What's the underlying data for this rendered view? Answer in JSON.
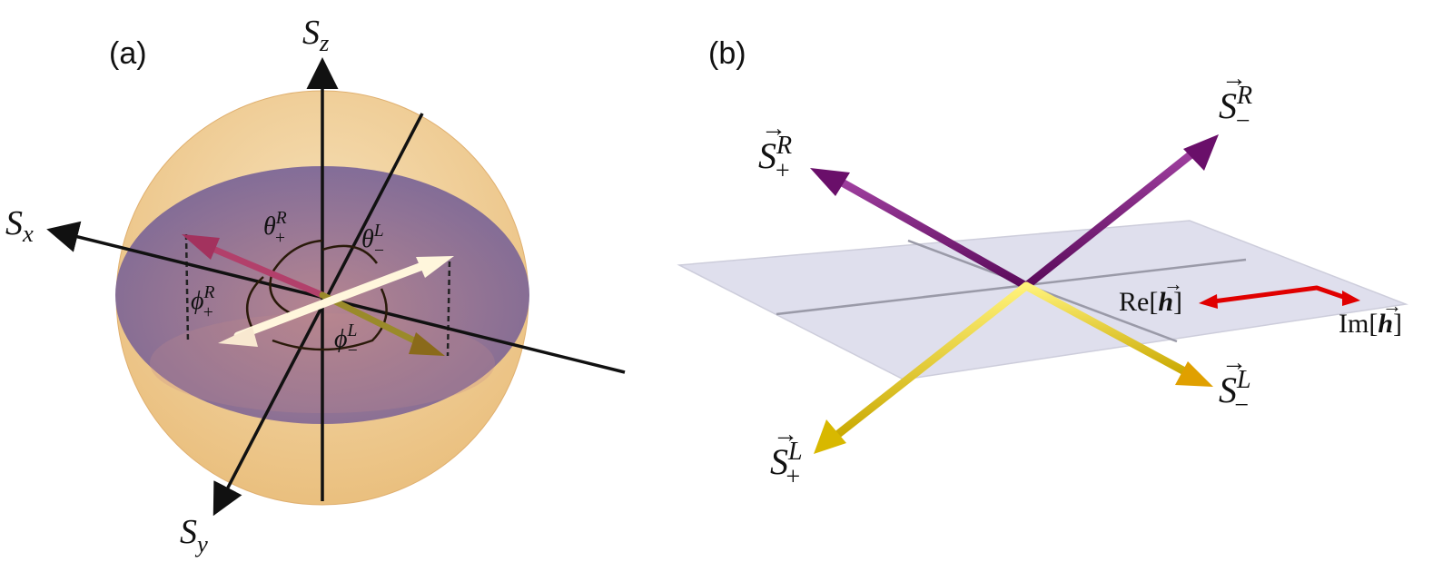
{
  "panels": {
    "a": {
      "label": "(a)",
      "axes": {
        "sz": "S",
        "sz_sub": "z",
        "sx": "S",
        "sx_sub": "x",
        "sy": "S",
        "sy_sub": "y"
      },
      "angles": {
        "theta_plus_R": {
          "sym": "θ",
          "sub": "+",
          "sup": "R"
        },
        "theta_minus_L": {
          "sym": "θ",
          "sub": "−",
          "sup": "L"
        },
        "phi_plus_R": {
          "sym": "ϕ",
          "sub": "+",
          "sup": "R"
        },
        "phi_minus_L": {
          "sym": "ϕ",
          "sub": "−",
          "sup": "L"
        }
      },
      "colors": {
        "sphere": "#f2c98a",
        "disk": "#8e75a3",
        "vec_R": "#b2406b",
        "vec_L": "#9a8a2a",
        "vec_white": "#fff6dc"
      }
    },
    "b": {
      "label": "(b)",
      "vectors": {
        "s_plus_R": {
          "sym": "S",
          "sub": "+",
          "sup": "R"
        },
        "s_minus_R": {
          "sym": "S",
          "sub": "−",
          "sup": "R"
        },
        "s_plus_L": {
          "sym": "S",
          "sub": "+",
          "sup": "L"
        },
        "s_minus_L": {
          "sym": "S",
          "sub": "−",
          "sup": "L"
        }
      },
      "re_h": {
        "prefix": "Re",
        "sym": "h"
      },
      "im_h": {
        "prefix": "Im",
        "sym": "h"
      },
      "colors": {
        "purple": "#7d1a7a",
        "yellow": "#e6c800",
        "red": "#e00000",
        "plane": "#dcdcec"
      }
    }
  }
}
